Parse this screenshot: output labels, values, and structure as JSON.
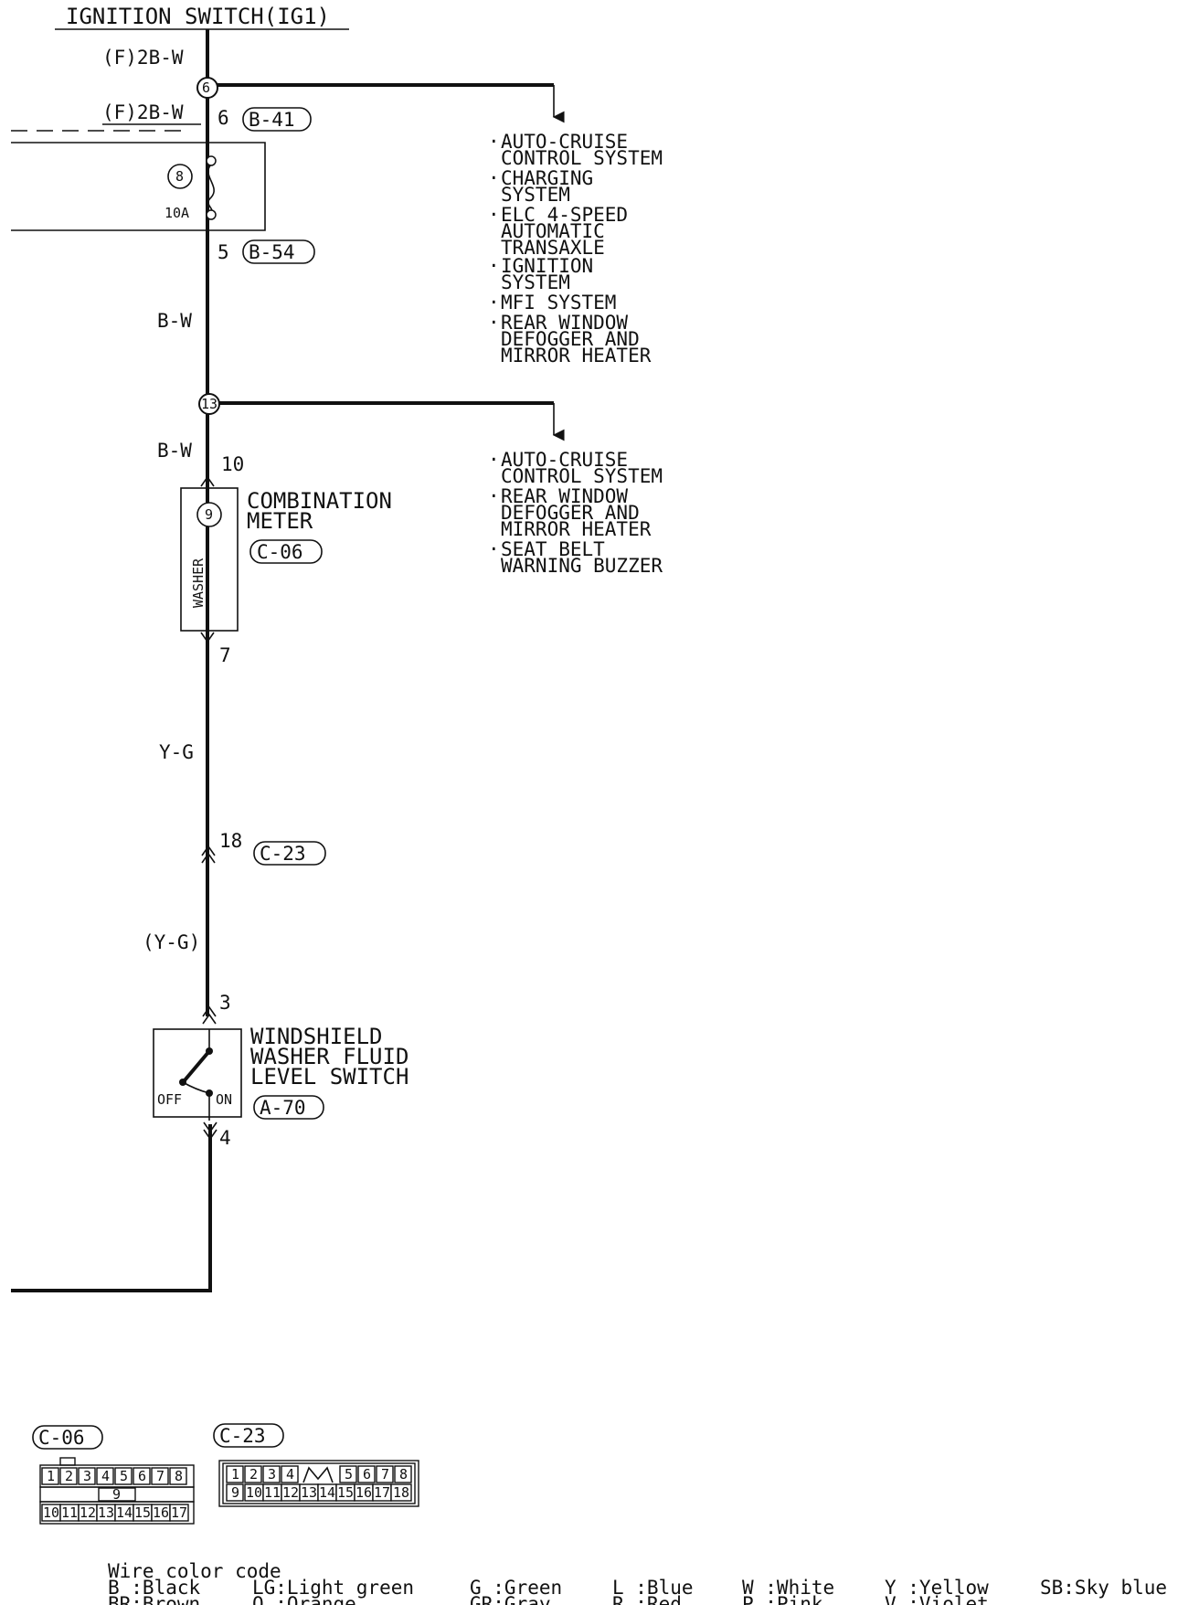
{
  "header": {
    "source_label": "IGNITION SWITCH(IG1)"
  },
  "wire_labels": {
    "w1": "(F)2B-W",
    "w2": "(F)2B-W",
    "w3": "B-W",
    "w4": "B-W",
    "w5": "Y-G",
    "w6": "(Y-G)"
  },
  "junctions": {
    "j1": "6",
    "j2": "13"
  },
  "pins": {
    "p_b41": "6",
    "p_b54": "5",
    "p_c06_in": "10",
    "p_c06_out": "7",
    "p_c23": "18",
    "p_a70_in": "3",
    "p_a70_out": "4"
  },
  "connectors": {
    "b41": "B-41",
    "b54": "B-54",
    "c06": "C-06",
    "c23": "C-23",
    "a70": "A-70"
  },
  "fuse": {
    "number": "8",
    "rating": "10A"
  },
  "branch1": {
    "items": [
      "AUTO-CRUISE",
      "CONTROL SYSTEM",
      "CHARGING",
      "SYSTEM",
      "ELC 4-SPEED",
      "AUTOMATIC",
      "TRANSAXLE",
      "IGNITION",
      "SYSTEM",
      "MFI SYSTEM",
      "REAR WINDOW",
      "DEFOGGER AND",
      "MIRROR HEATER"
    ]
  },
  "branch2": {
    "items": [
      "AUTO-CRUISE",
      "CONTROL SYSTEM",
      "REAR WINDOW",
      "DEFOGGER AND",
      "MIRROR HEATER",
      "SEAT BELT",
      "WARNING BUZZER"
    ]
  },
  "meter": {
    "title1": "COMBINATION",
    "title2": "METER",
    "indicator": "9",
    "label": "WASHER"
  },
  "switch": {
    "title1": "WINDSHIELD",
    "title2": "WASHER FLUID",
    "title3": "LEVEL SWITCH",
    "off": "OFF",
    "on": "ON"
  },
  "pinouts": {
    "c06_top": [
      "1",
      "2",
      "3",
      "4",
      "5",
      "6",
      "7",
      "8"
    ],
    "c06_mid": "9",
    "c06_bottom": [
      "10",
      "11",
      "12",
      "13",
      "14",
      "15",
      "16",
      "17"
    ],
    "c23_top": [
      "1",
      "2",
      "3",
      "4",
      "5",
      "6",
      "7",
      "8"
    ],
    "c23_bottom": [
      "9",
      "10",
      "11",
      "12",
      "13",
      "14",
      "15",
      "16",
      "17",
      "18"
    ]
  },
  "legend": {
    "title": "Wire color code",
    "entries": [
      "B :Black",
      "BR:Brown",
      "LG:Light green",
      "O :Orange",
      "G :Green",
      "GR:Gray",
      "L :Blue",
      "R :Red",
      "W :White",
      "P :Pink",
      "Y :Yellow",
      "V :Violet",
      "SB:Sky blue"
    ]
  }
}
